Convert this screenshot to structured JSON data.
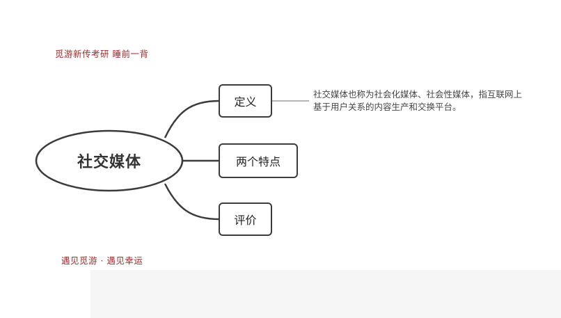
{
  "header": {
    "text": "觅游新传考研 睡前一背"
  },
  "footer": {
    "text": "遇见觅游 · 遇见幸运"
  },
  "mindmap": {
    "root": "社交媒体",
    "branches": [
      {
        "label": "定义"
      },
      {
        "label": "两个特点"
      },
      {
        "label": "评价"
      }
    ],
    "definition_note": "社交媒体也称为社会化媒体、社会性媒体，指互联网上基于用户关系的内容生产和交换平台。"
  },
  "colors": {
    "line": "#3b3b3b",
    "accent_text": "#a32a2a",
    "connector": "#888888"
  }
}
